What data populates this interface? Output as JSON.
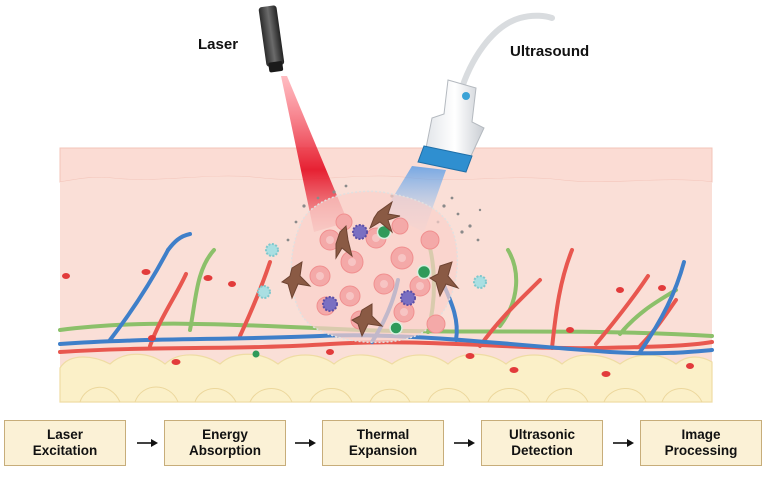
{
  "labels": {
    "laser": "Laser",
    "ultrasound": "Ultrasound"
  },
  "process_steps": [
    {
      "label": "Laser\nExcitation"
    },
    {
      "label": "Energy\nAbsorption"
    },
    {
      "label": "Thermal\nExpansion"
    },
    {
      "label": "Ultrasonic\nDetection"
    },
    {
      "label": "Image\nProcessing"
    }
  ],
  "colors": {
    "skin_surface": "#fbdcd4",
    "tissue": "#fadfd7",
    "fat": "#fbf0c8",
    "artery": "#e8574f",
    "vein": "#3f7fc9",
    "nerve": "#8cc06a",
    "laser_beam": "#e5172a",
    "ultrasound_beam": "#6fa7e6",
    "tumor_cell": "#f4a9a8",
    "immune_cell_purple": "#7a6fc2",
    "immune_cell_green": "#2f9a5a",
    "fibroblast": "#8a5a44",
    "step_box_fill": "#fbf1d6",
    "step_box_border": "#c7ad7a"
  }
}
